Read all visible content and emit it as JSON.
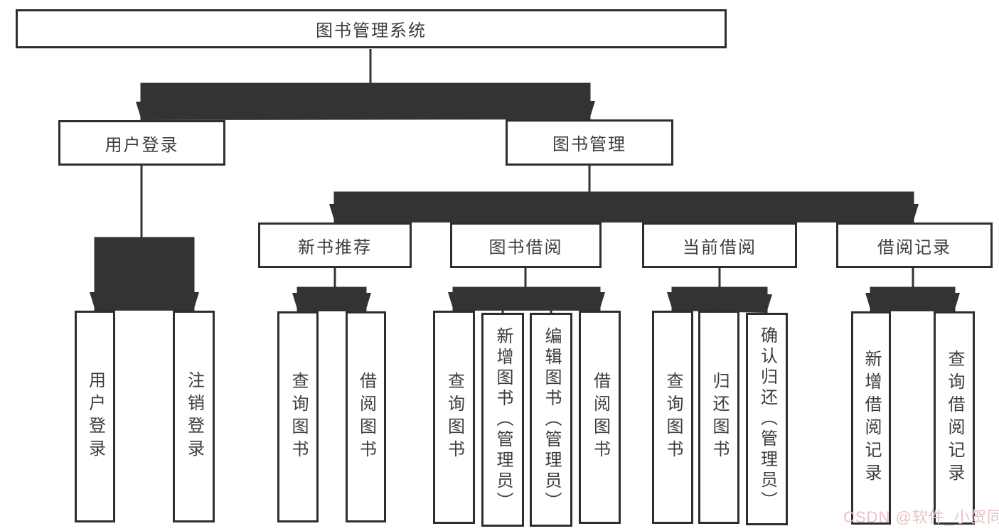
{
  "tree": {
    "label": "图书管理系统",
    "children": [
      {
        "label": "用户登录",
        "children": [
          {
            "label": "用户登录"
          },
          {
            "label": "注销登录"
          }
        ]
      },
      {
        "label": "图书管理",
        "children": [
          {
            "label": "新书推荐",
            "children": [
              {
                "label": "查询图书"
              },
              {
                "label": "借阅图书"
              }
            ]
          },
          {
            "label": "图书借阅",
            "children": [
              {
                "label": "查询图书"
              },
              {
                "label": "新增图书（管理员）"
              },
              {
                "label": "编辑图书（管理员）"
              },
              {
                "label": "借阅图书"
              }
            ]
          },
          {
            "label": "当前借阅",
            "children": [
              {
                "label": "查询图书"
              },
              {
                "label": "归还图书"
              },
              {
                "label": "确认归还（管理员）"
              }
            ]
          },
          {
            "label": "借阅记录",
            "children": [
              {
                "label": "新增借阅记录"
              },
              {
                "label": "查询借阅记录"
              }
            ]
          }
        ]
      }
    ]
  },
  "watermark": {
    "text": "CSDN @软件_小贺同学"
  },
  "colors": {
    "line": "#333333",
    "border": "#2e2e2e",
    "text": "#3d3d3d",
    "watermark": "#e9c2c6",
    "background": "#ffffff"
  }
}
